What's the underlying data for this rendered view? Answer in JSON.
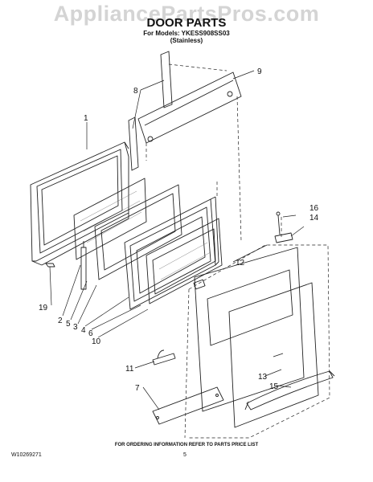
{
  "header": {
    "watermark": "AppliancePartsPros.com",
    "title": "DOOR PARTS",
    "models_line": "For Models: YKESS908SS03",
    "finish_line": "(Stainless)"
  },
  "callouts": [
    "1",
    "2",
    "3",
    "4",
    "5",
    "6",
    "7",
    "8",
    "9",
    "10",
    "11",
    "12",
    "13",
    "14",
    "15",
    "16",
    "19"
  ],
  "footer": {
    "ordering_note": "FOR ORDERING INFORMATION REFER TO PARTS PRICE LIST",
    "document_number": "W10269271",
    "page_number": "5"
  }
}
